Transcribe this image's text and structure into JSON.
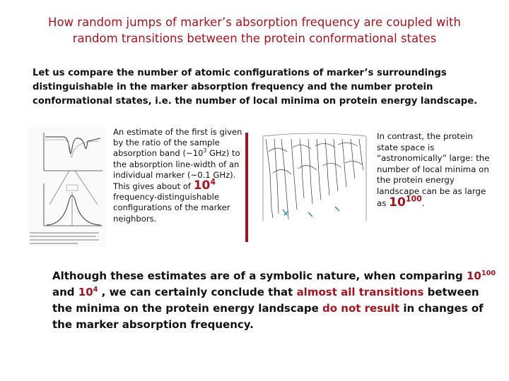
{
  "title": {
    "line1": "How random jumps of marker’s absorption frequency are coupled with",
    "line2": "random transitions between the protein conformational states"
  },
  "intro": "Let us compare the number of atomic configurations of marker’s surroundings distinguishable in the marker absorption frequency and the number protein conformational states, i.e. the number of local minima on protein energy landscape.",
  "left_col": {
    "part1": "An estimate of the first is given by the ratio of the sample absorption band (~10",
    "exp1": "3",
    "part2": " GHz) to the absorption line-width of an individual marker (~0.1 GHz). This gives about of ",
    "highlight": "10",
    "highlight_exp": "4",
    "part3": " frequency-distinguishable configurations of the marker neighbors."
  },
  "right_col": {
    "part1": "In contrast, the protein state space is “astronomically” large: the number of local minima on the protein energy landscape can be as large as ",
    "big": "10",
    "big_exp": "100",
    "part2": "."
  },
  "bottom": {
    "p1": "Although these estimates are of a symbolic nature, when comparing ",
    "n1": "10",
    "n1_exp": "100",
    "p2": "  and ",
    "n2": "10",
    "n2_exp": "4",
    "p3": " , we can certainly conclude that  ",
    "r1": "almost all transitions",
    "p4": " between the minima on the protein energy landscape ",
    "r2": "do not result",
    "p5": " in changes of the marker absorption frequency."
  },
  "colors": {
    "accent": "#a01620",
    "text": "#111111",
    "figure_line": "#333333",
    "marker_blue": "#2a7fc0"
  }
}
